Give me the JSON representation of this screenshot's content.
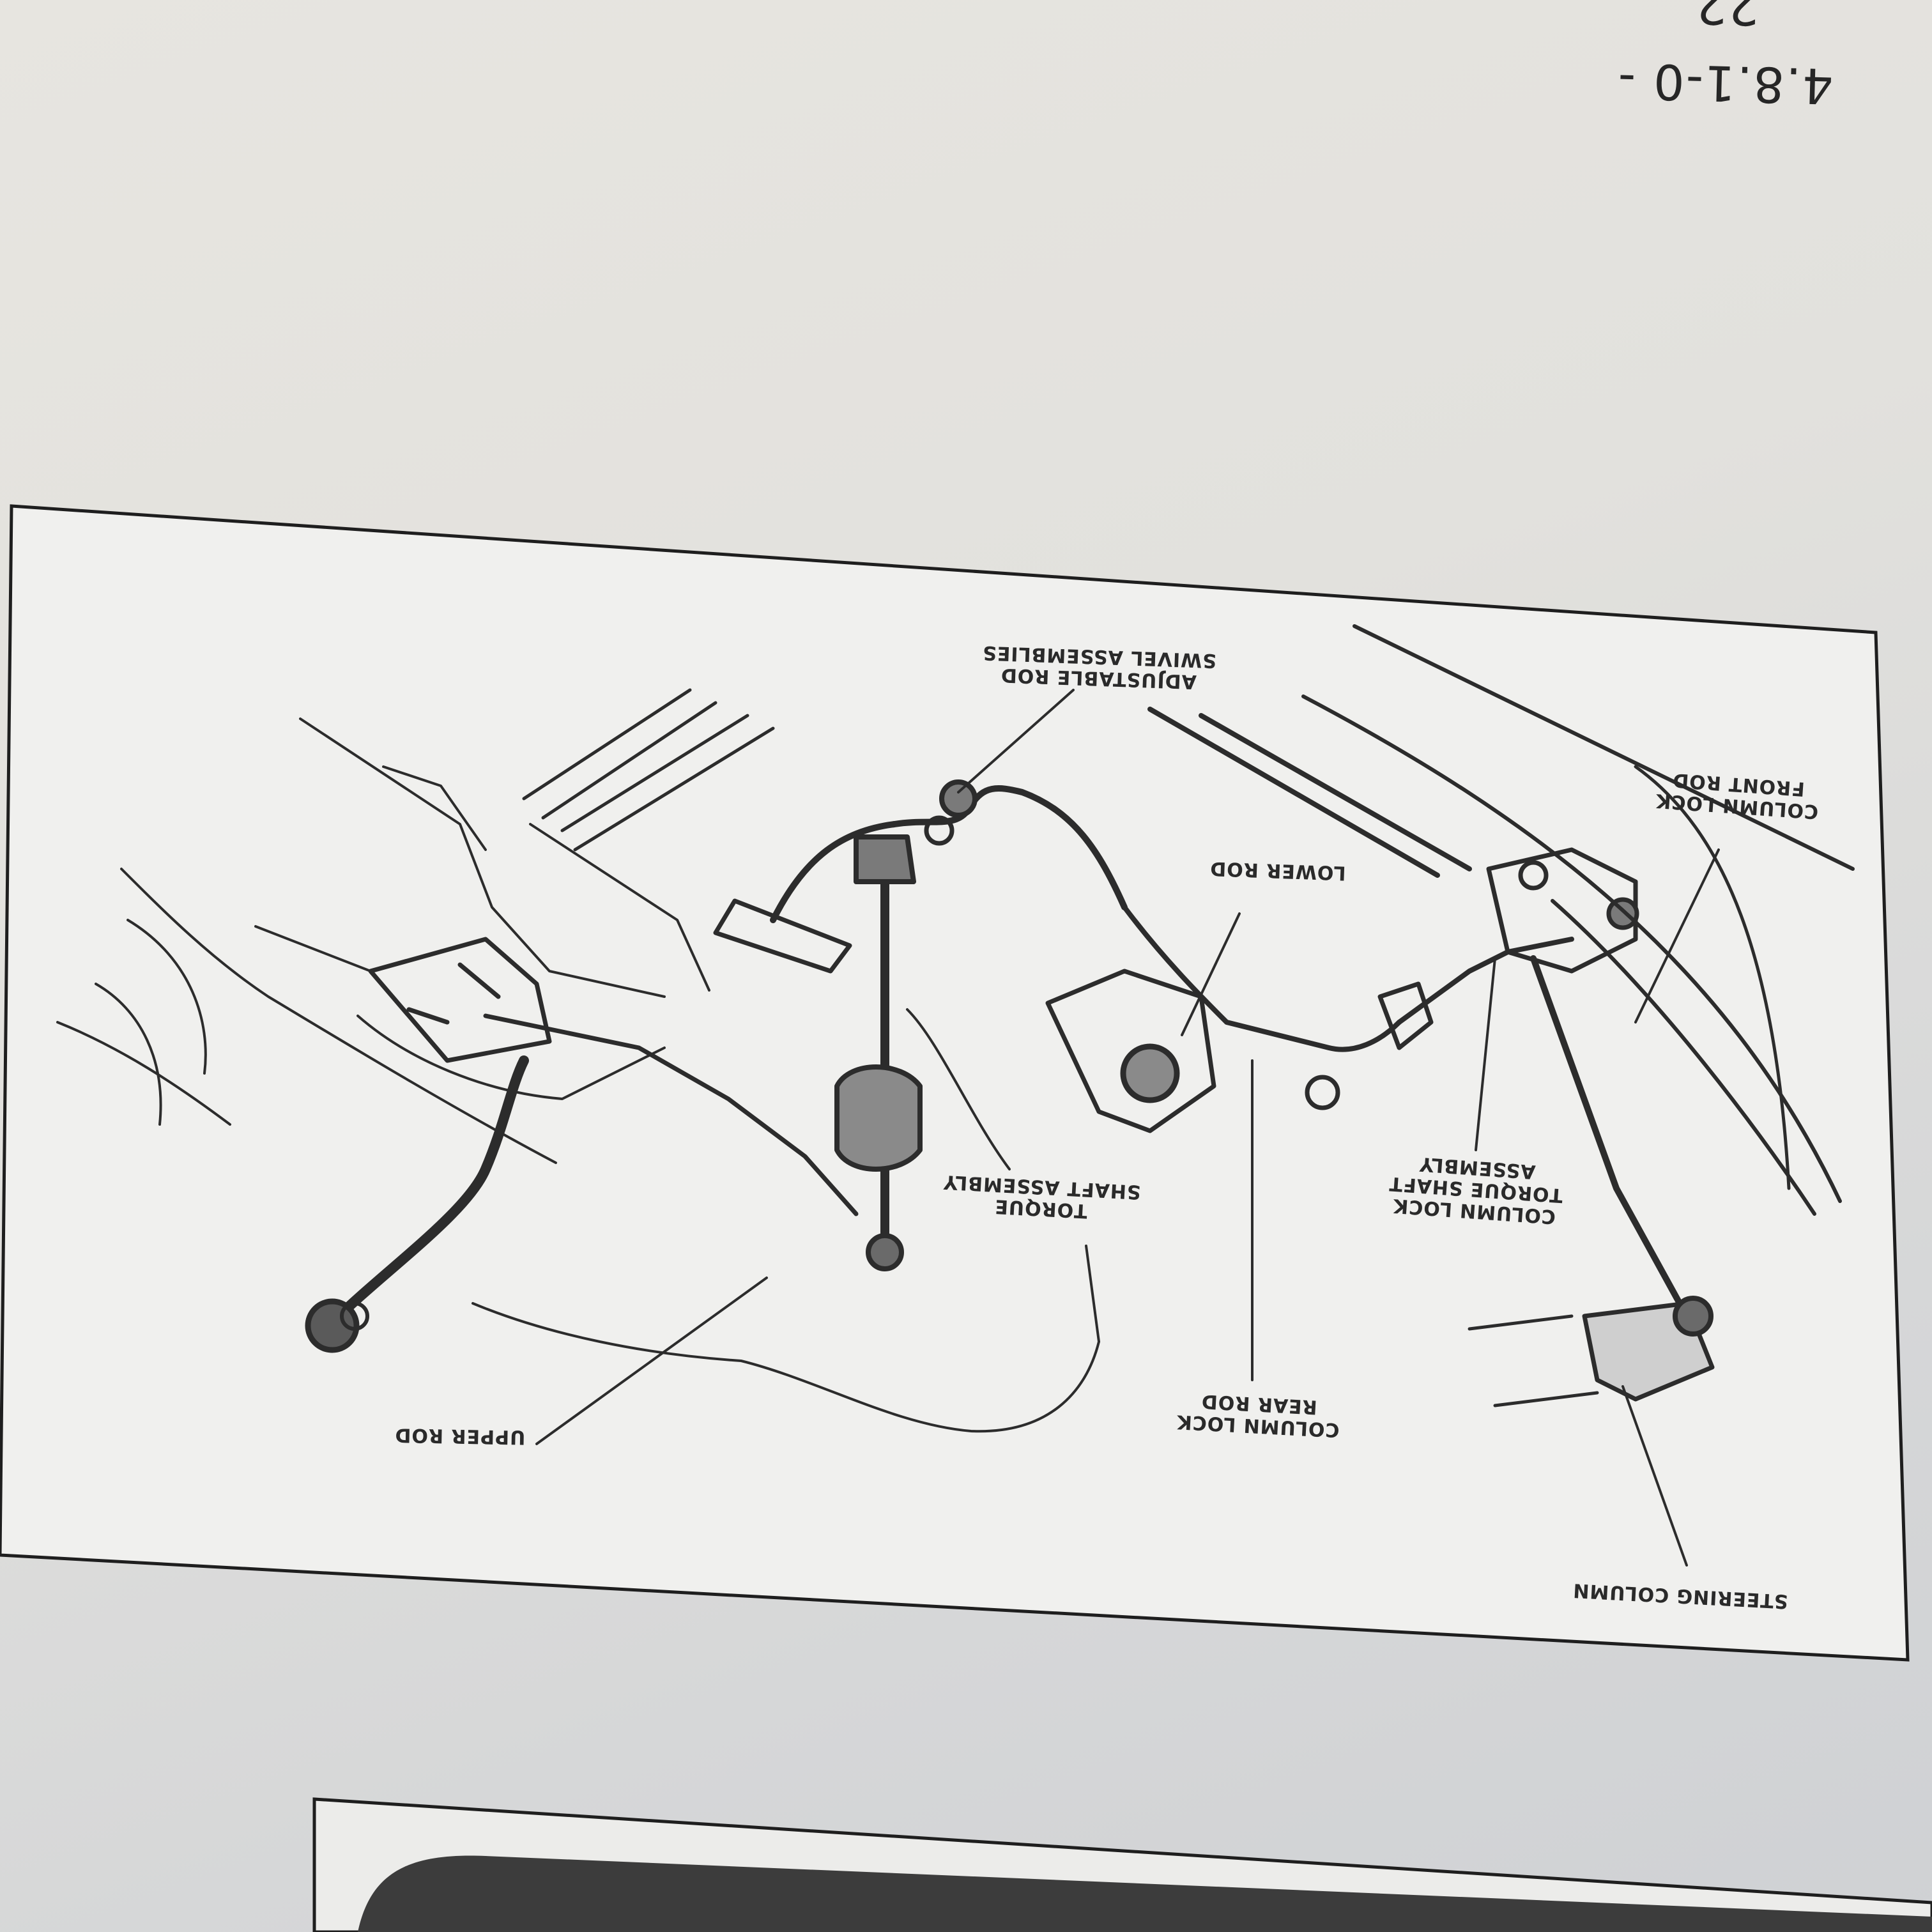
{
  "page": {
    "page_number": "4.8.1-0 - 22"
  },
  "figure": {
    "labels": {
      "adjustable_rod": [
        "ADJUSTABLE ROD",
        "SWIVEL ASSEMBLIES"
      ],
      "column_lock_front_rod": [
        "COLUMN LOCK",
        "FRONT ROD"
      ],
      "lower_rod": [
        "LOWER ROD"
      ],
      "torque_shaft": [
        "TORQUE",
        "SHAFT ASSEMBLY"
      ],
      "column_lock_torque_shaft": [
        "COLUMN LOCK",
        "TORQUE SHAFT",
        "ASSEMBLY"
      ],
      "upper_rod": [
        "UPPER ROD"
      ],
      "column_lock_rear_rod": [
        "COLUMN LOCK",
        "REAR ROD"
      ],
      "steering_column": [
        "STEERING COLUMN"
      ]
    }
  }
}
